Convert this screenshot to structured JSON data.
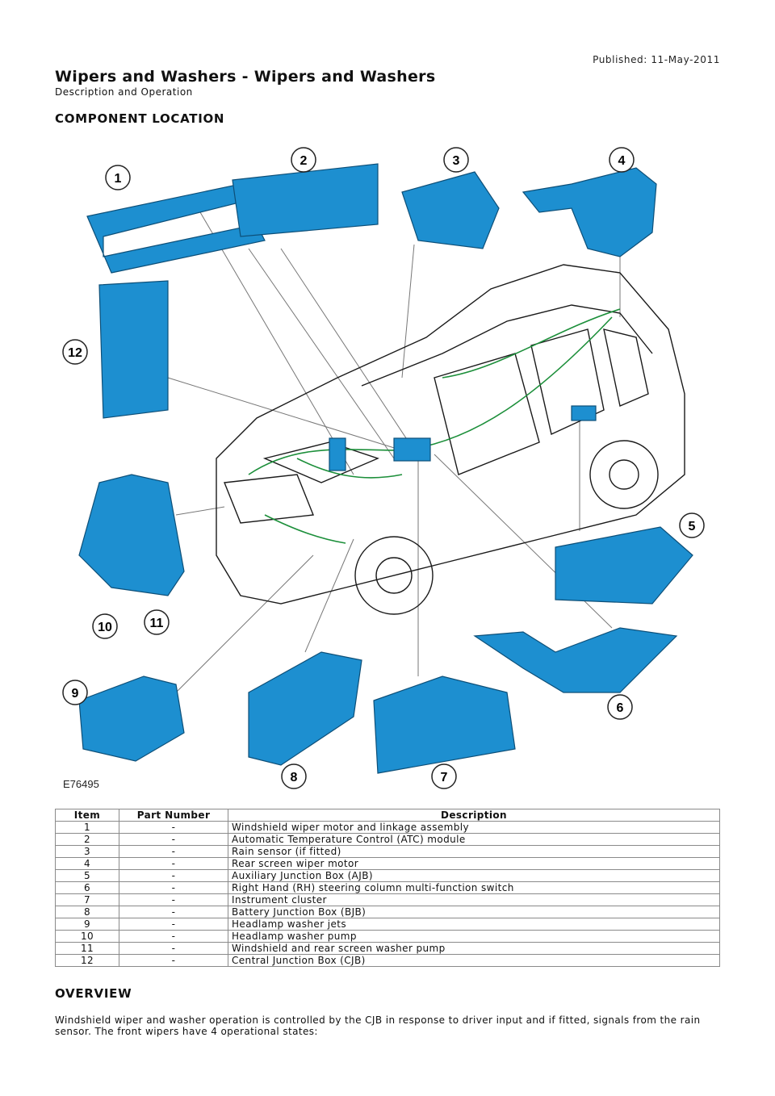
{
  "header": {
    "published": "Published: 11-May-2011",
    "title": "Wipers and Washers - Wipers and Washers",
    "subtitle": "Description and Operation"
  },
  "sections": {
    "component_location": "COMPONENT LOCATION",
    "overview": "OVERVIEW"
  },
  "figure": {
    "id": "E76495",
    "callouts": [
      "1",
      "2",
      "3",
      "4",
      "5",
      "6",
      "7",
      "8",
      "9",
      "10",
      "11",
      "12"
    ],
    "colors": {
      "component": "#1d8fd0",
      "harness": "#1c8f3a",
      "outline": "#1a1a1a"
    }
  },
  "table": {
    "headers": {
      "item": "Item",
      "part": "Part Number",
      "desc": "Description"
    },
    "rows": [
      {
        "item": "1",
        "part": "-",
        "desc": "Windshield wiper motor and linkage assembly"
      },
      {
        "item": "2",
        "part": "-",
        "desc": "Automatic Temperature Control (ATC) module"
      },
      {
        "item": "3",
        "part": "-",
        "desc": "Rain sensor (if fitted)"
      },
      {
        "item": "4",
        "part": "-",
        "desc": "Rear screen wiper motor"
      },
      {
        "item": "5",
        "part": "-",
        "desc": "Auxiliary Junction Box (AJB)"
      },
      {
        "item": "6",
        "part": "-",
        "desc": "Right Hand (RH) steering column multi-function switch"
      },
      {
        "item": "7",
        "part": "-",
        "desc": "Instrument cluster"
      },
      {
        "item": "8",
        "part": "-",
        "desc": "Battery Junction Box (BJB)"
      },
      {
        "item": "9",
        "part": "-",
        "desc": "Headlamp washer jets"
      },
      {
        "item": "10",
        "part": "-",
        "desc": "Headlamp washer pump"
      },
      {
        "item": "11",
        "part": "-",
        "desc": "Windshield and rear screen washer pump"
      },
      {
        "item": "12",
        "part": "-",
        "desc": "Central Junction Box (CJB)"
      }
    ]
  },
  "overview": {
    "text": "Windshield wiper and washer operation is controlled by the CJB in response to driver input and if fitted, signals from the rain sensor. The front wipers have 4 operational states:"
  }
}
